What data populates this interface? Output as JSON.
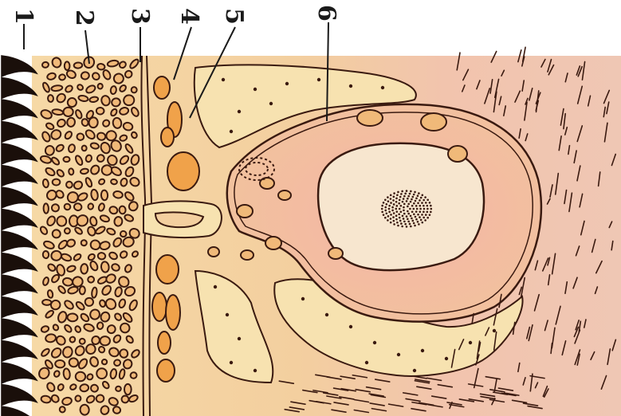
{
  "figure": {
    "labels": [
      {
        "id": "label-1",
        "text": "1"
      },
      {
        "id": "label-2",
        "text": "2"
      },
      {
        "id": "label-3",
        "text": "3"
      },
      {
        "id": "label-4",
        "text": "4"
      },
      {
        "id": "label-5",
        "text": "5"
      },
      {
        "id": "label-6",
        "text": "6"
      }
    ],
    "colors": {
      "background": "#ffffff",
      "connective_tissue": "#f3c99a",
      "pale_tissue": "#f7e2b0",
      "pink_tissue": "#f1c0b0",
      "cavity": "#f7e6cf",
      "orange_body": "#f0a24a",
      "outline": "#3a1a10"
    }
  }
}
